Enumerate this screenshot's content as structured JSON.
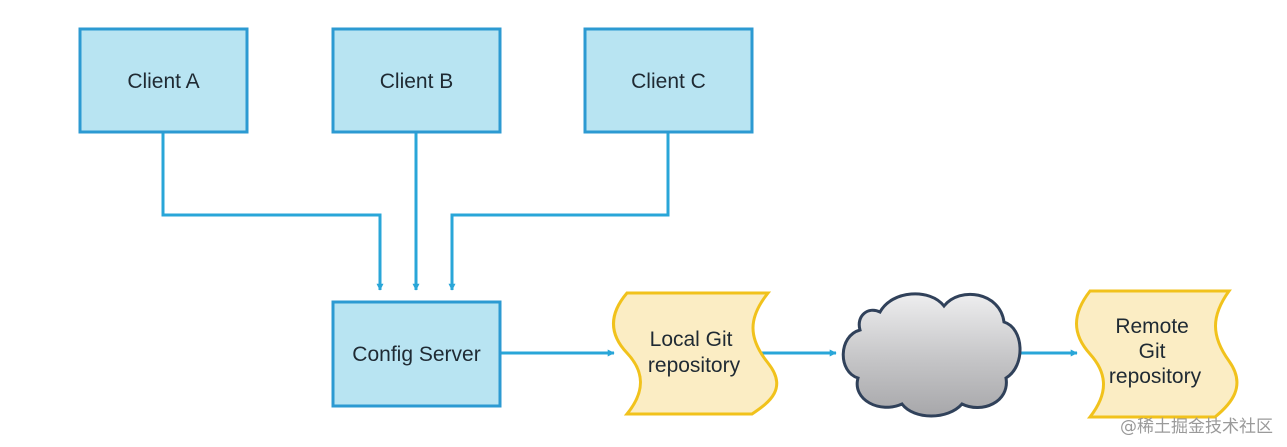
{
  "colors": {
    "client_fill": "#b8e4f2",
    "client_stroke": "#2c9ad2",
    "repo_fill": "#fbedc4",
    "repo_stroke": "#f1c21c",
    "arrow": "#29a6d8",
    "cloud_fill": "#c9c9cb",
    "cloud_stroke": "#30415a"
  },
  "clients": [
    {
      "label": "Client A"
    },
    {
      "label": "Client B"
    },
    {
      "label": "Client C"
    }
  ],
  "server": {
    "label": "Config Server"
  },
  "local_repo": {
    "lines": [
      "Local Git",
      "repository"
    ]
  },
  "remote_repo": {
    "lines": [
      "Remote",
      "Git",
      "repository"
    ]
  },
  "cloud": {
    "icon": "cloud-icon"
  },
  "watermark": "@稀土掘金技术社区"
}
